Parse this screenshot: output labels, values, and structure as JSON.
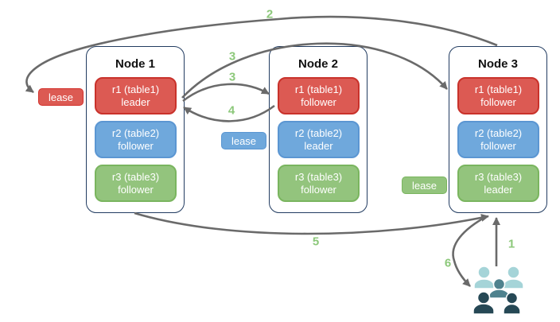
{
  "diagram_type": "replication-leaseholder-diagram",
  "nodes": [
    {
      "title": "Node 1",
      "replicas": [
        {
          "name": "r1 (table1)",
          "role": "leader",
          "color": "red"
        },
        {
          "name": "r2 (table2)",
          "role": "follower",
          "color": "blue"
        },
        {
          "name": "r3 (table3)",
          "role": "follower",
          "color": "green"
        }
      ]
    },
    {
      "title": "Node 2",
      "replicas": [
        {
          "name": "r1 (table1)",
          "role": "follower",
          "color": "red"
        },
        {
          "name": "r2 (table2)",
          "role": "leader",
          "color": "blue"
        },
        {
          "name": "r3 (table3)",
          "role": "follower",
          "color": "green"
        }
      ]
    },
    {
      "title": "Node 3",
      "replicas": [
        {
          "name": "r1 (table1)",
          "role": "follower",
          "color": "red"
        },
        {
          "name": "r2 (table2)",
          "role": "follower",
          "color": "blue"
        },
        {
          "name": "r3 (table3)",
          "role": "leader",
          "color": "green"
        }
      ]
    }
  ],
  "leases": {
    "red": {
      "label": "lease"
    },
    "blue": {
      "label": "lease"
    },
    "green": {
      "label": "lease"
    }
  },
  "steps": {
    "step1": "1",
    "step2": "2",
    "step3a": "3",
    "step3b": "3",
    "step4": "4",
    "step5": "5",
    "step6": "6"
  },
  "colors": {
    "replica_red": "#DC5A53",
    "replica_red_border": "#C9322B",
    "replica_blue": "#6FA8DC",
    "replica_blue_border": "#5B96D2",
    "replica_green": "#93C47D",
    "replica_green_border": "#7AB55F",
    "node_border": "#223C61",
    "arrow": "#6A6A6A",
    "step_label": "#8CC87A",
    "users_light": "#A5D4D8",
    "users_mid": "#4F828E",
    "users_dark": "#264855",
    "background": "#FFFFFF"
  }
}
